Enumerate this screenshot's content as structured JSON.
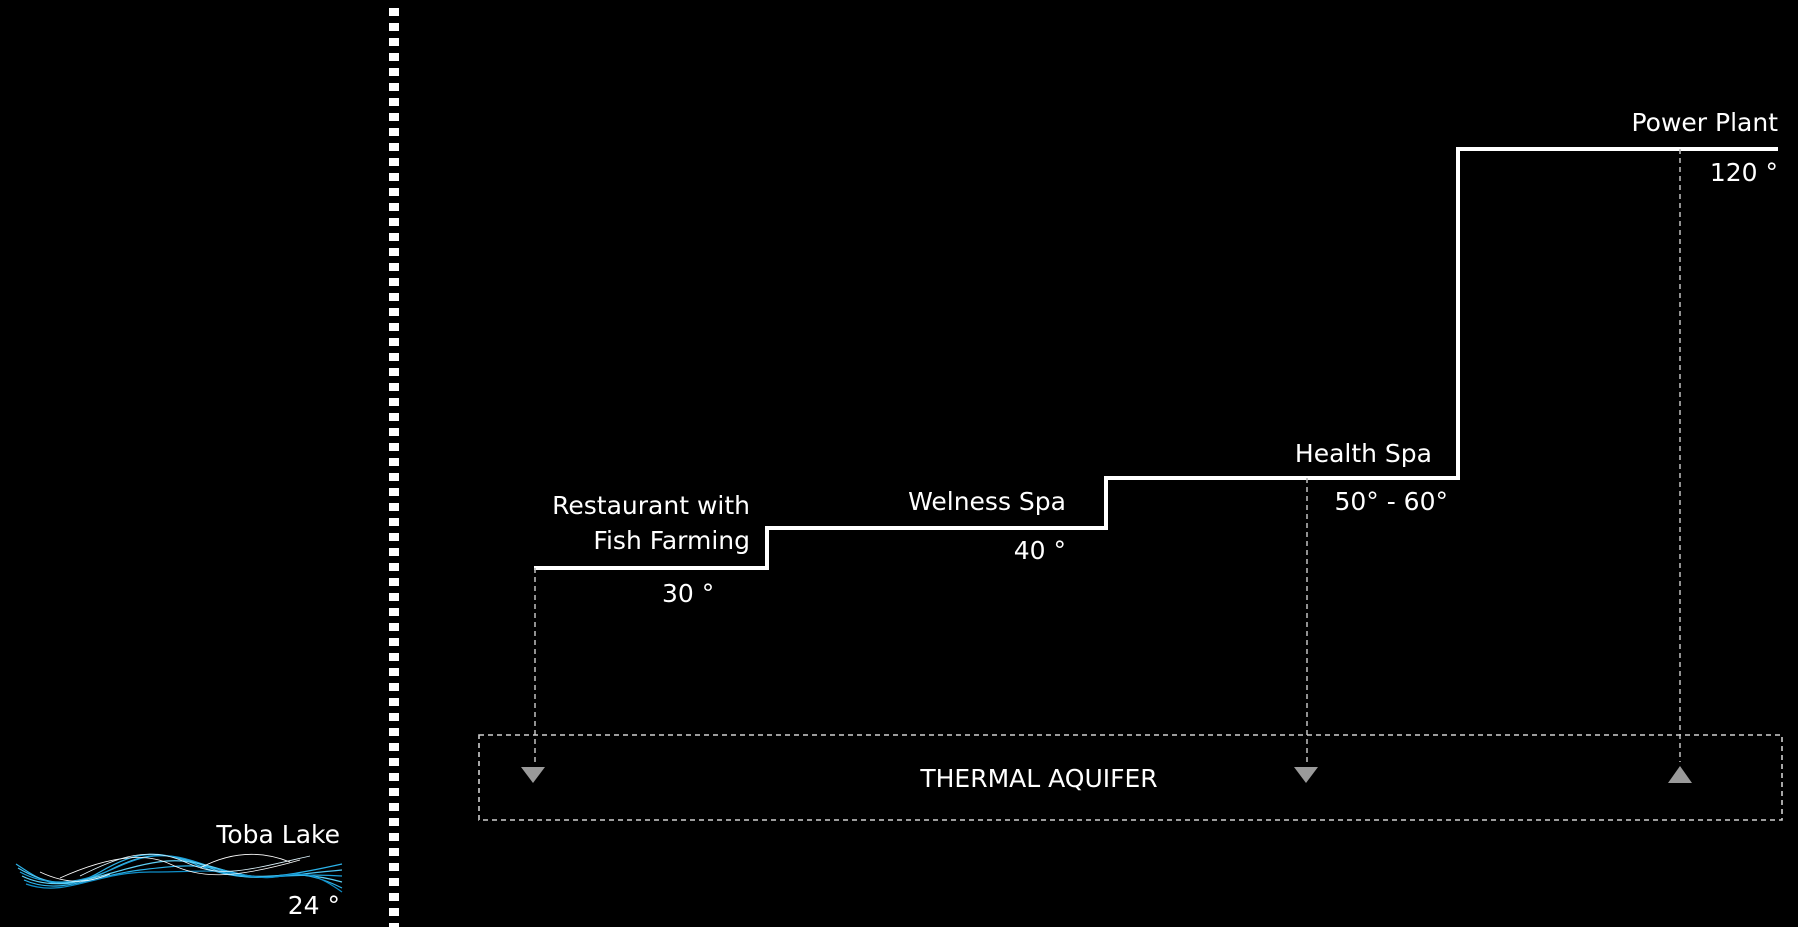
{
  "labels": {
    "toba_lake": "Toba Lake",
    "toba_temp": "24 °",
    "restaurant_line1": "Restaurant with",
    "restaurant_line2": "Fish Farming",
    "restaurant_temp": "30 °",
    "welness_spa": "Welness Spa",
    "welness_temp": "40 °",
    "health_spa": "Health Spa",
    "health_temp": "50° - 60°",
    "power_plant": "Power Plant",
    "power_temp": "120 °",
    "aquifer": "THERMAL AQUIFER"
  },
  "colors": {
    "background": "#000000",
    "line": "#ffffff",
    "arrow": "#9a9a9a",
    "lake": "#2bb3ea"
  }
}
